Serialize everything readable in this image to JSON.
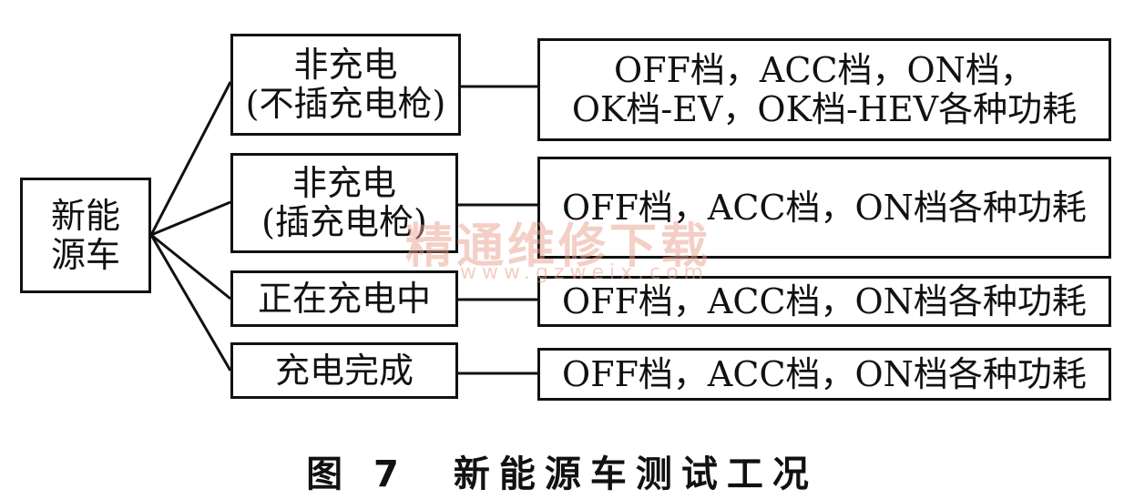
{
  "root": {
    "line1": "新能",
    "line2": "源车"
  },
  "branches": [
    {
      "state_line1": "非充电",
      "state_line2": "(不插充电枪)",
      "detail_line1": "OFF档，ACC档，ON档，",
      "detail_line2": "OK档-EV，OK档-HEV各种功耗"
    },
    {
      "state_line1": "非充电",
      "state_line2": "(插充电枪)",
      "detail_line1": "OFF档，ACC档，ON档各种功耗"
    },
    {
      "state_line1": "正在充电中",
      "detail_line1": "OFF档，ACC档，ON档各种功耗"
    },
    {
      "state_line1": "充电完成",
      "detail_line1": "OFF档，ACC档，ON档各种功耗"
    }
  ],
  "watermark": {
    "text": "精通维修下载",
    "url": "www.gzweix.com"
  },
  "caption": "图 7　新能源车测试工况"
}
